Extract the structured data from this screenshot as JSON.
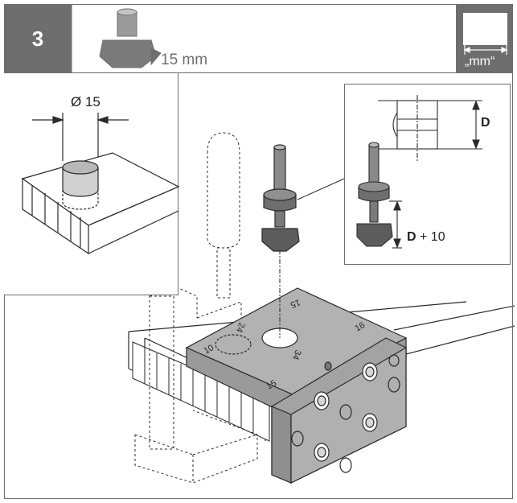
{
  "header": {
    "step_number": "3",
    "drill_size": "15 mm",
    "unit_label": "„mm“"
  },
  "detail_left": {
    "diameter_label": "Ø 15"
  },
  "detail_right": {
    "depth_label": "D",
    "depth_plus_label": "D",
    "depth_plus_value": "+ 10"
  },
  "jig_markings": [
    "15",
    "24",
    "34",
    "16",
    "15",
    "10"
  ],
  "colors": {
    "header_gray": "#6e6e6e",
    "jig_gray": "#a7a7a7",
    "line": "#2a2a2a"
  }
}
